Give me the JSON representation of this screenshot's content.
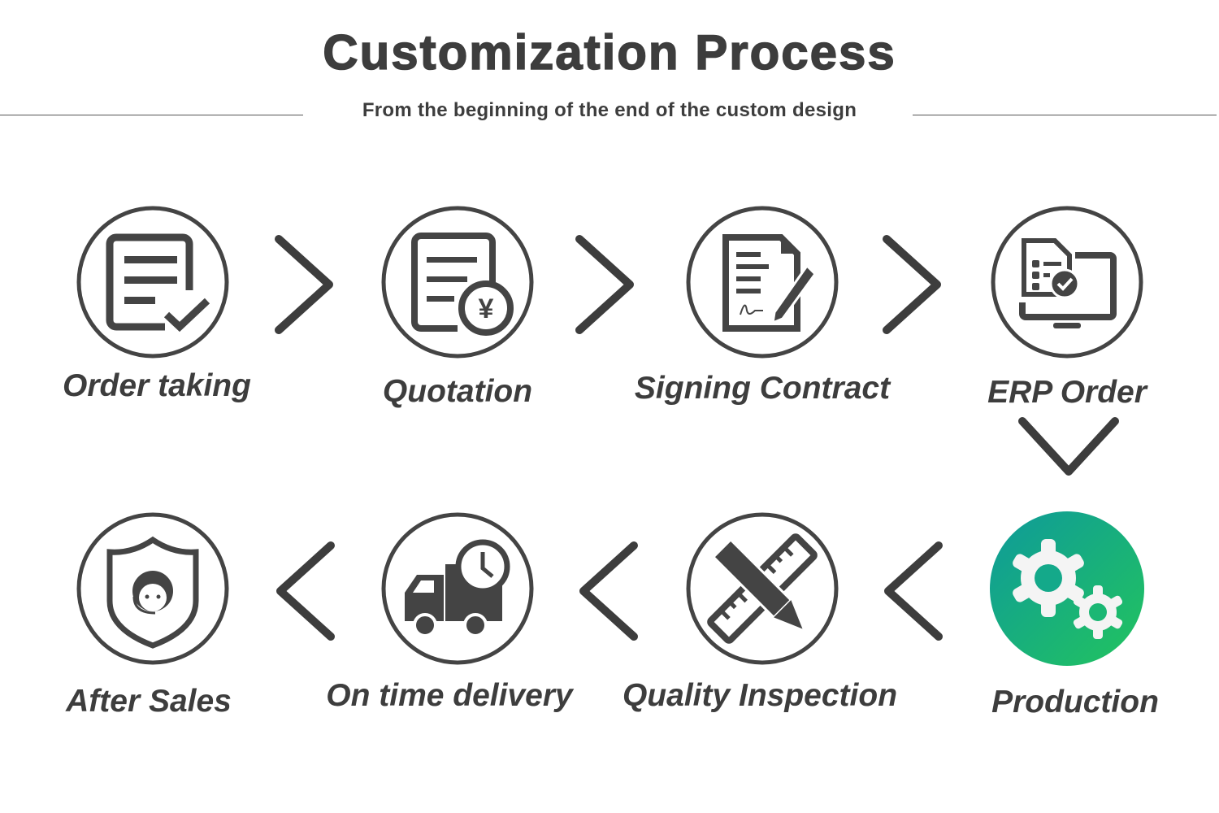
{
  "title": "Customization Process",
  "subtitle": "From the beginning of the end of the custom design",
  "colors": {
    "ink": "#444444",
    "active_start": "#0e9a9a",
    "active_end": "#22c45e"
  },
  "steps": [
    {
      "label": "Order taking",
      "icon": "checklist-document-icon"
    },
    {
      "label": "Quotation",
      "icon": "yen-document-icon"
    },
    {
      "label": "Signing Contract",
      "icon": "contract-pen-icon"
    },
    {
      "label": "ERP Order",
      "icon": "computer-checklist-icon"
    },
    {
      "label": "Production",
      "icon": "gears-icon",
      "active": true
    },
    {
      "label": "Quality Inspection",
      "icon": "pencil-ruler-icon"
    },
    {
      "label": "On time delivery",
      "icon": "truck-clock-icon"
    },
    {
      "label": "After Sales",
      "icon": "support-shield-icon"
    }
  ]
}
